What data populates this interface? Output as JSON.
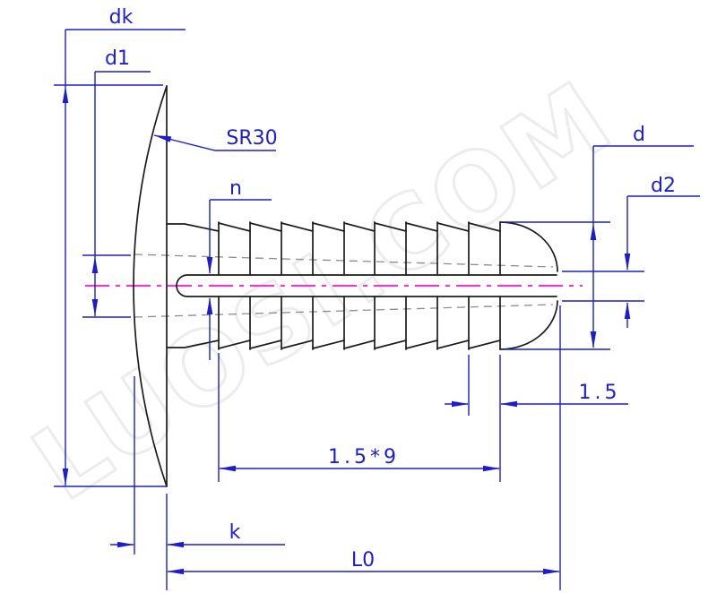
{
  "drawing": {
    "watermark": "LUOSI.COM",
    "labels": {
      "head_diameter": "dk",
      "head_core_diameter": "d1",
      "head_sphere_radius": "SR30",
      "slot_width": "n",
      "barb_outer_diameter": "d",
      "tip_diameter": "d2",
      "barb_pitch": "1.5",
      "barb_pitch_total": "1.5*9",
      "head_height": "k",
      "total_length": "L0"
    },
    "colors": {
      "dimension_blue": "#1d1dd0",
      "centerline_magenta": "#e73ecb",
      "outline_black": "#1c1c1c",
      "hidden_gray": "#8d8d8d",
      "background": "#ffffff"
    }
  }
}
